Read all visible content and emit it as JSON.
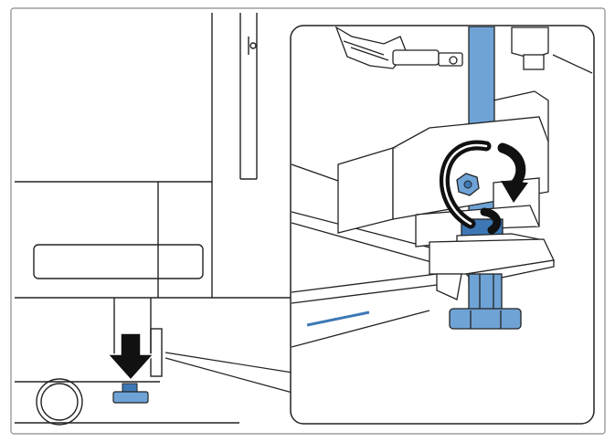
{
  "figure": {
    "frame_color": "#8a8a8a",
    "line_color": "#222222",
    "accent_color": "#6fa3d6",
    "accent_dark_color": "#3d78b5",
    "arrow_color": "#111111",
    "parts": {
      "overview": [
        "printer-body",
        "drawer-panel",
        "caster-wheel",
        "leveler-foot",
        "push-down-arrow"
      ],
      "detail": [
        "adjust-rod",
        "bracket-block",
        "hex-nut",
        "rotate-arrow",
        "leveler-base"
      ]
    }
  }
}
